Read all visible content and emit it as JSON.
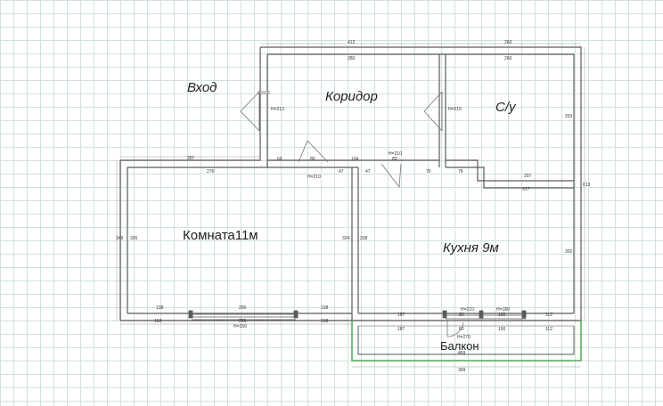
{
  "title": "",
  "rooms": {
    "entrance": "Вход",
    "corridor": "Коридор",
    "bathroom": "С/у",
    "room": "Комната11м",
    "kitchen": "Кухня 9м",
    "balcony": "Балкон"
  },
  "dimensions": {
    "top_total": "412",
    "top_bath": "260",
    "corridor_inner": "280",
    "bath_inner": "260",
    "left_room_top": "307",
    "room_inner_top": "276",
    "kitchen_seg_47": "47",
    "kitchen_seg_104": "104",
    "kitchen_seg_80": "80",
    "kitchen_seg_70": "70",
    "kitchen_seg_78": "78",
    "bath_bottom": "207",
    "kitchen_top": "317",
    "right_total": "613",
    "kitchen_right": "302",
    "kitchen_left": "338",
    "room_left_outer": "349",
    "room_left_inner": "326",
    "room_right_inner": "324",
    "bath_right": "203",
    "room_bottom_138a": "138",
    "room_bottom_256": "256",
    "room_bottom_138b": "138",
    "room_bottom_outer": "168",
    "window_h": "H=150",
    "kitchen_bottom_187": "187",
    "kitchen_bottom_80": "80",
    "kitchen_bottom_100": "100",
    "kitchen_bottom_112": "112",
    "balcony_187": "187",
    "balcony_60": "60",
    "balcony_100": "100",
    "balcony_112": "112",
    "balcony_inner": "469",
    "balcony_outer": "309",
    "door_h210": "H=210",
    "door_h180": "H=180",
    "door_h270": "H=270",
    "entry_door_h": "H=213",
    "door_side_80": "80",
    "door_side_69": "69"
  },
  "colors": {
    "wall": "#5a5a5a",
    "wall_fill": "#ffffff",
    "grid": "#cfe3d3",
    "balcony_border": "#3c9a3c"
  }
}
